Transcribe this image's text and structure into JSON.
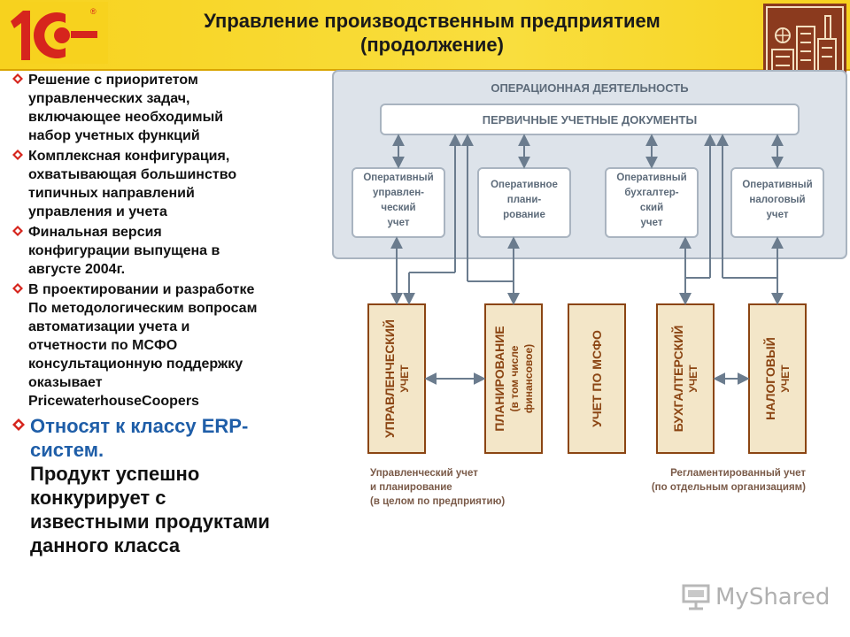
{
  "header": {
    "logo_text": "1С",
    "title_line1": "Управление производственным предприятием",
    "title_line2": "(продолжение)"
  },
  "bullets": [
    {
      "text": "Решение с приоритетом\nуправленческих задач,\nвключающее необходимый\nнабор учетных функций"
    },
    {
      "text": "Комплексная конфигурация,\nохватывающая большинство\nтипичных направлений\nуправления и учета"
    },
    {
      "text": "Финальная версия\nконфигурации выпущена в\nавгусте 2004г."
    },
    {
      "text": "В проектировании и разработке\nПо методологическим вопросам\nавтоматизации учета и\nотчетности по МСФО\nконсультационную поддержку\nоказывает\nPricewaterhouseCoopers"
    }
  ],
  "erp": {
    "line1": "Относят к классу ERP-\nсистем.",
    "line2": "Продукт успешно\nконкурирует с\nизвестными продуктами\nданного  класса"
  },
  "diagram": {
    "panel_title": "ОПЕРАЦИОННАЯ ДЕЯТЕЛЬНОСТЬ",
    "primary_docs": "ПЕРВИЧНЫЕ УЧЕТНЫЕ ДОКУМЕНТЫ",
    "operative": [
      [
        "Оперативный",
        "управлен-",
        "ческий",
        "учет"
      ],
      [
        "Оперативное",
        "плани-",
        "рование"
      ],
      [
        "Оперативный",
        "бухгалтер-",
        "ский",
        "учет"
      ],
      [
        "Оперативный",
        "налоговый",
        "учет"
      ]
    ],
    "columns": [
      [
        "УПРАВЛЕНЧЕСКИЙ",
        "УЧЕТ"
      ],
      [
        "ПЛАНИРОВАНИЕ",
        "(в том числе",
        "финансовое)"
      ],
      [
        "УЧЕТ ПО МСФО"
      ],
      [
        "БУХГАЛТЕРСКИЙ",
        "УЧЕТ"
      ],
      [
        "НАЛОГОВЫЙ",
        "УЧЕТ"
      ]
    ],
    "caption_left": [
      "Управленческий учет",
      "и планирование",
      "(в целом по предприятию)"
    ],
    "caption_right": [
      "Регламентированный учет",
      "(по отдельным организациям)"
    ]
  },
  "colors": {
    "header_yellow": "#f7d21e",
    "logo_red": "#d6251d",
    "panel_bg": "#dde3ea",
    "panel_border": "#a9b4c0",
    "column_fill": "#f3e6c8",
    "column_border": "#8b4513",
    "arrow": "#6b7c8e",
    "accent_blue": "#1f5ea8",
    "bullet_red": "#d6251d"
  },
  "watermark": {
    "text": "MyShared"
  }
}
